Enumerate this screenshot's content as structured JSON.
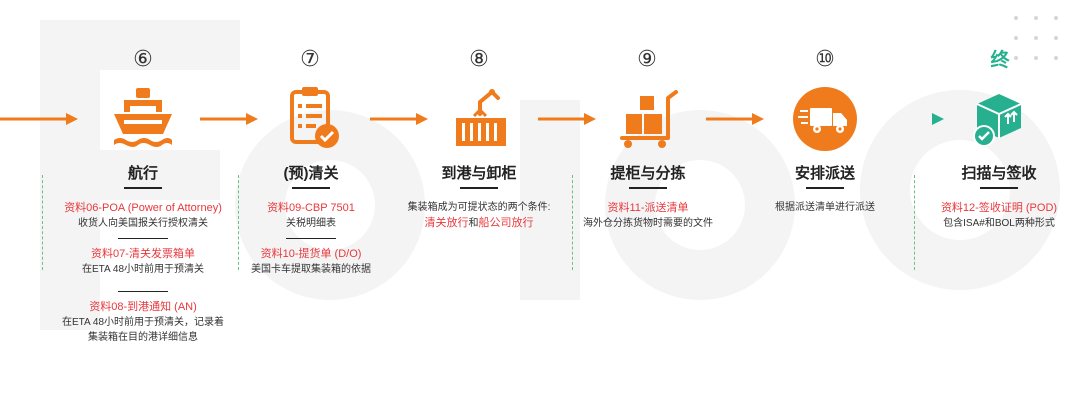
{
  "steps": [
    {
      "num": "⑥",
      "title": "航行",
      "icon": "ship-icon",
      "items": [
        {
          "red": "资料06-POA (Power of Attorney)",
          "desc": "收货人向美国报关行授权清关"
        },
        {
          "red": "资料07-清关发票箱单",
          "desc": "在ETA 48小时前用于预清关"
        },
        {
          "red": "资料08-到港通知 (AN)",
          "desc": "在ETA 48小时前用于预清关，记录着",
          "desc2": "集装箱在目的港详细信息"
        }
      ]
    },
    {
      "num": "⑦",
      "title": "(预)清关",
      "icon": "clipboard-check-icon",
      "items": [
        {
          "red": "资料09-CBP 7501",
          "desc": "关税明细表"
        },
        {
          "red": "资料10-提货单 (D/O)",
          "desc": "美国卡车提取集装箱的依据"
        }
      ]
    },
    {
      "num": "⑧",
      "title": "到港与卸柜",
      "icon": "crane-container-icon",
      "items": [
        {
          "desc": "集装箱成为可提状态的两个条件:",
          "red_a": "清关放行",
          "mid": "和",
          "red_b": "船公司放行"
        }
      ]
    },
    {
      "num": "⑨",
      "title": "提柜与分拣",
      "icon": "hand-truck-boxes-icon",
      "items": [
        {
          "red": "资料11-派送清单",
          "desc": "海外仓分拣货物时需要的文件"
        }
      ]
    },
    {
      "num": "⑩",
      "title": "安排派送",
      "icon": "delivery-truck-icon",
      "items": [
        {
          "desc": "根据派送清单进行派送"
        }
      ]
    },
    {
      "num": "终",
      "title": "扫描与签收",
      "icon": "box-check-icon",
      "items": [
        {
          "red": "资料12-签收证明 (POD)",
          "desc": "包含ISA#和BOL两种形式"
        }
      ]
    }
  ],
  "colors": {
    "accent": "#f07b1d",
    "red": "#e8383d",
    "green": "#26b08f",
    "text": "#333333"
  }
}
